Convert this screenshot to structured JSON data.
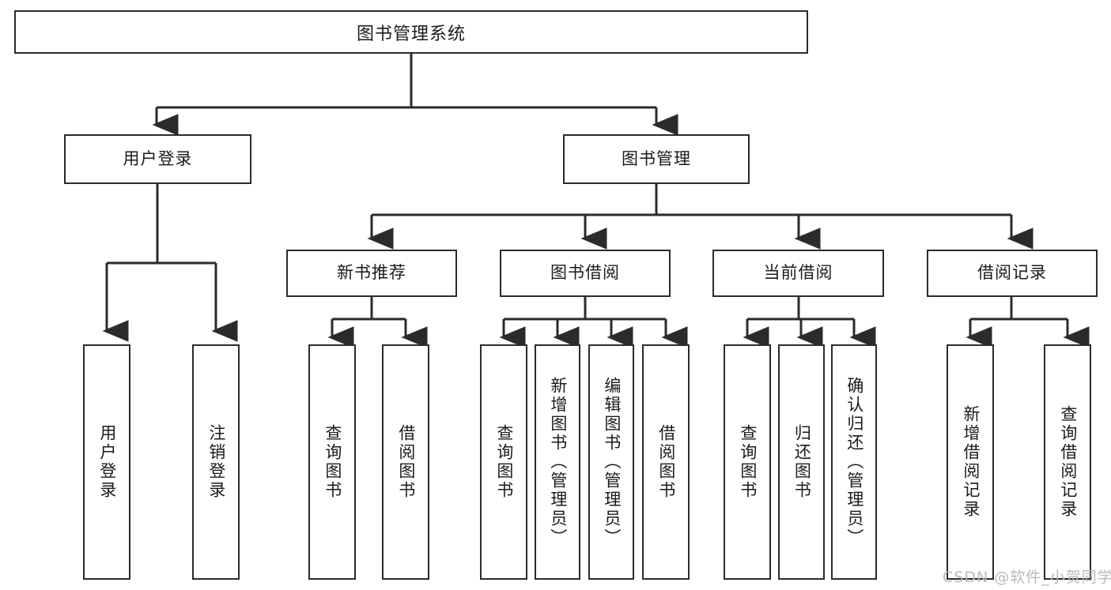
{
  "diagram": {
    "type": "hierarchy-tree",
    "title": "图书管理系统",
    "watermark": "CSDN @软件_小贺同学",
    "colors": {
      "border": "#2b2b2b",
      "text": "#1b1b1b",
      "background": "#ffffff",
      "watermark": "#b9b9b9"
    },
    "nodes": {
      "root": {
        "label": "图书管理系统"
      },
      "level2": [
        {
          "id": "user-login",
          "label": "用户登录"
        },
        {
          "id": "book-manage",
          "label": "图书管理"
        }
      ],
      "level3": [
        {
          "id": "new-book-recommend",
          "label": "新书推荐"
        },
        {
          "id": "book-borrow",
          "label": "图书借阅"
        },
        {
          "id": "current-borrow",
          "label": "当前借阅"
        },
        {
          "id": "borrow-record",
          "label": "借阅记录"
        }
      ],
      "leaves": [
        {
          "id": "leaf-user-login",
          "label": "用户登录",
          "parent": "user-login"
        },
        {
          "id": "leaf-logout-login",
          "label": "注销登录",
          "parent": "user-login"
        },
        {
          "id": "leaf-query-book-1",
          "label": "查询图书",
          "parent": "new-book-recommend"
        },
        {
          "id": "leaf-borrow-book-1",
          "label": "借阅图书",
          "parent": "new-book-recommend"
        },
        {
          "id": "leaf-query-book-2",
          "label": "查询图书",
          "parent": "book-borrow"
        },
        {
          "id": "leaf-add-book",
          "label": "新增图书（管理员）",
          "parent": "book-borrow"
        },
        {
          "id": "leaf-edit-book",
          "label": "编辑图书（管理员）",
          "parent": "book-borrow"
        },
        {
          "id": "leaf-borrow-book-2",
          "label": "借阅图书",
          "parent": "book-borrow"
        },
        {
          "id": "leaf-query-book-3",
          "label": "查询图书",
          "parent": "current-borrow"
        },
        {
          "id": "leaf-return-book",
          "label": "归还图书",
          "parent": "current-borrow"
        },
        {
          "id": "leaf-confirm-return",
          "label": "确认归还（管理员）",
          "parent": "current-borrow"
        },
        {
          "id": "leaf-add-borrow-record",
          "label": "新增借阅记录",
          "parent": "borrow-record"
        },
        {
          "id": "leaf-query-borrow-record",
          "label": "查询借阅记录",
          "parent": "borrow-record"
        }
      ]
    }
  }
}
